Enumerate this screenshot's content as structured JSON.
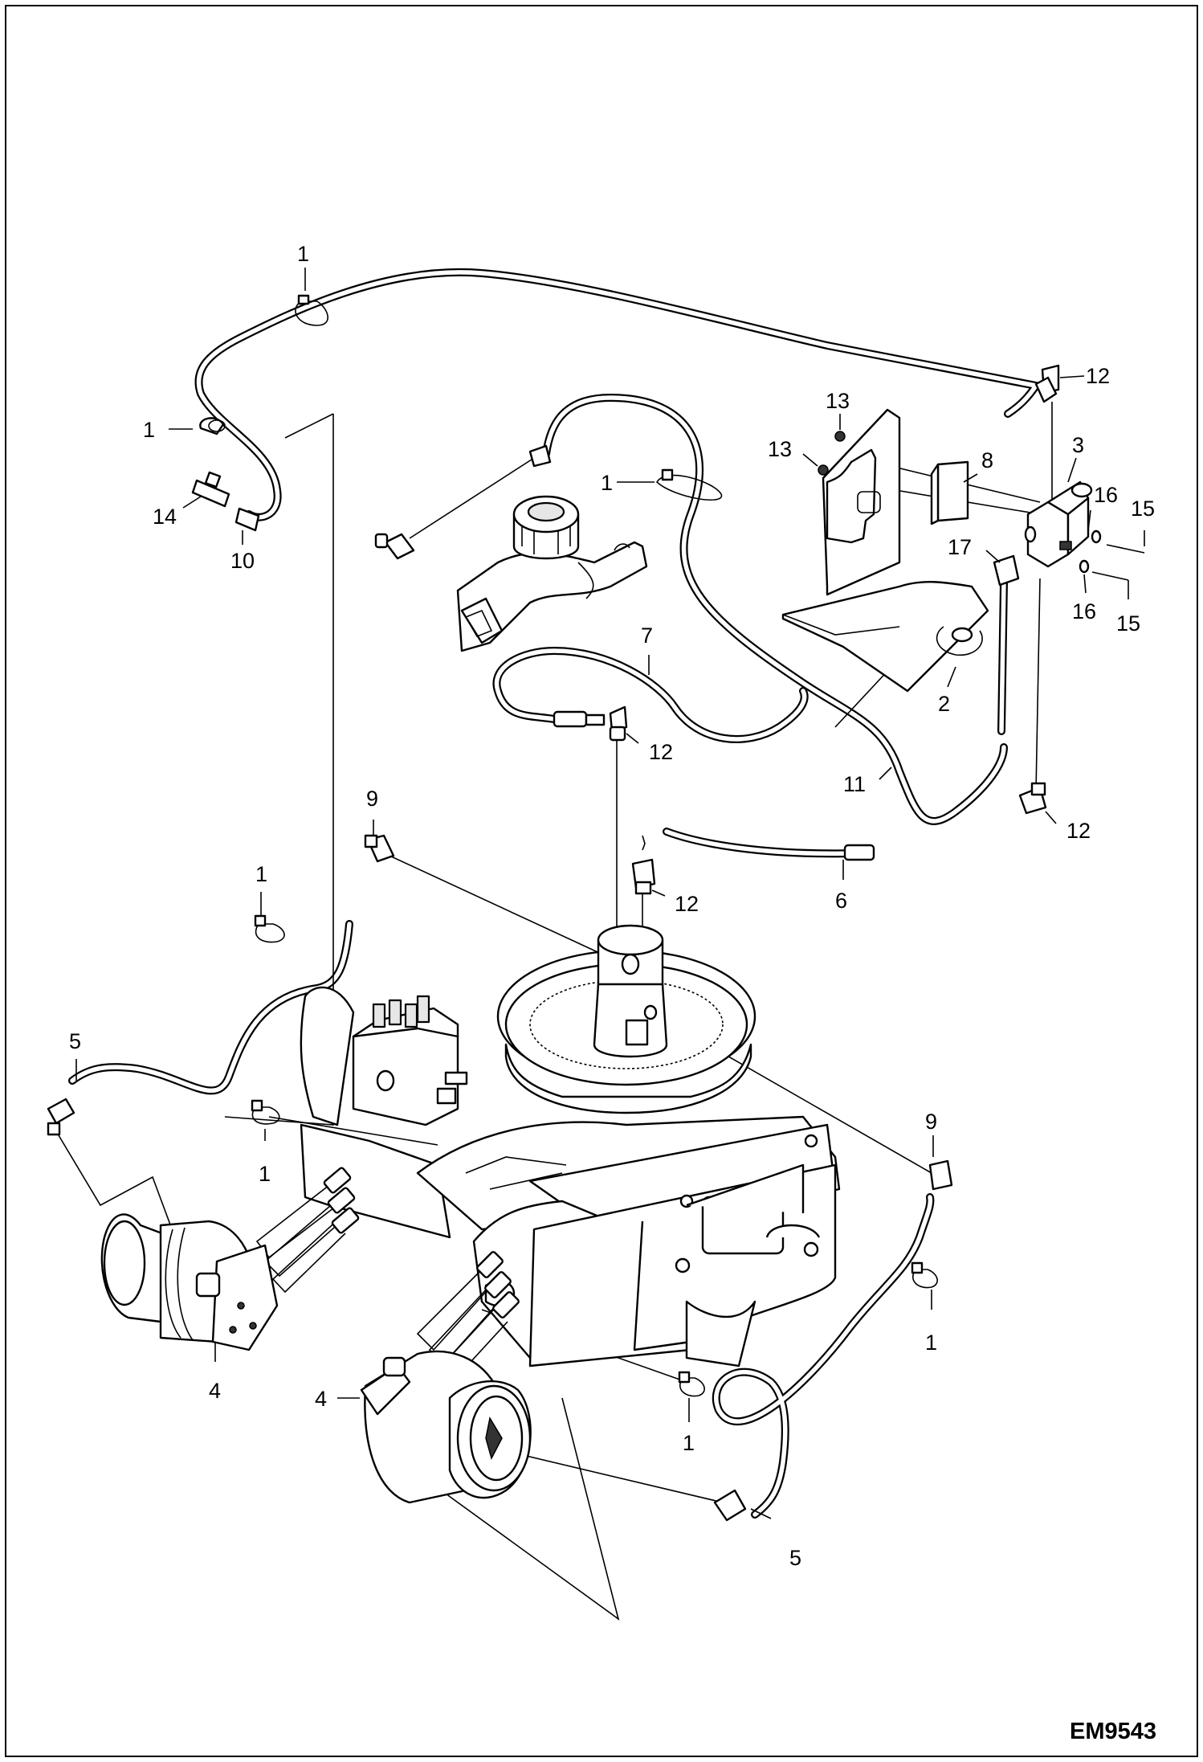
{
  "figure_code": "EM9543",
  "callouts": [
    {
      "id": "c1-top",
      "text": "1"
    },
    {
      "id": "c1-left",
      "text": "1"
    },
    {
      "id": "c14",
      "text": "14"
    },
    {
      "id": "c10",
      "text": "10"
    },
    {
      "id": "c1-reservoir",
      "text": "1"
    },
    {
      "id": "c13-a",
      "text": "13"
    },
    {
      "id": "c13-b",
      "text": "13"
    },
    {
      "id": "c8",
      "text": "8"
    },
    {
      "id": "c12-top",
      "text": "12"
    },
    {
      "id": "c3",
      "text": "3"
    },
    {
      "id": "c16-a",
      "text": "16"
    },
    {
      "id": "c15-a",
      "text": "15"
    },
    {
      "id": "c17",
      "text": "17"
    },
    {
      "id": "c16-b",
      "text": "16"
    },
    {
      "id": "c15-b",
      "text": "15"
    },
    {
      "id": "c7",
      "text": "7"
    },
    {
      "id": "c2",
      "text": "2"
    },
    {
      "id": "c12-mid",
      "text": "12"
    },
    {
      "id": "c11",
      "text": "11"
    },
    {
      "id": "c12-right",
      "text": "12"
    },
    {
      "id": "c9-left",
      "text": "9"
    },
    {
      "id": "c1-mid-left",
      "text": "1"
    },
    {
      "id": "c12-lower",
      "text": "12"
    },
    {
      "id": "c6",
      "text": "6"
    },
    {
      "id": "c5-left",
      "text": "5"
    },
    {
      "id": "c1-valve",
      "text": "1"
    },
    {
      "id": "c9-right",
      "text": "9"
    },
    {
      "id": "c1-right",
      "text": "1"
    },
    {
      "id": "c4-left",
      "text": "4"
    },
    {
      "id": "c4-lower",
      "text": "4"
    },
    {
      "id": "c1-bottom",
      "text": "1"
    },
    {
      "id": "c5-bottom",
      "text": "5"
    }
  ]
}
